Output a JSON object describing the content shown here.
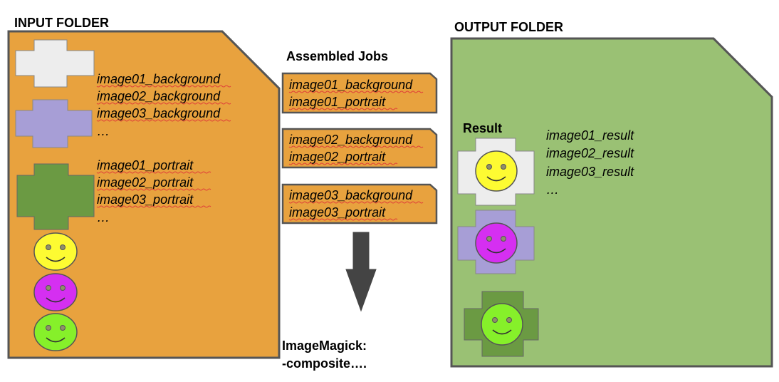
{
  "input_folder": {
    "title": "INPUT FOLDER",
    "fill": "#e8a23e",
    "background_files": [
      "image01_background",
      "image02_background",
      "image03_background",
      "…"
    ],
    "portrait_files": [
      "image01_portrait",
      "image02_portrait",
      "image03_portrait",
      "…"
    ],
    "background_colors": [
      "#ededed",
      "#a79ed6",
      "#6b9a43"
    ],
    "portrait_colors": [
      "#fdfb32",
      "#d52ff1",
      "#86f02a"
    ]
  },
  "jobs": {
    "title": "Assembled Jobs",
    "fill": "#e8a23e",
    "items": [
      {
        "background": "image01_background",
        "portrait": "image01_portrait"
      },
      {
        "background": "image02_background",
        "portrait": "image02_portrait"
      },
      {
        "background": "image03_background",
        "portrait": "image03_portrait"
      }
    ]
  },
  "process": {
    "line1": "ImageMagick:",
    "line2": "-composite…."
  },
  "output_folder": {
    "title": "OUTPUT FOLDER",
    "fill": "#9ac174",
    "result_heading": "Result",
    "result_files": [
      "image01_result",
      "image02_result",
      "image03_result",
      "…"
    ]
  }
}
